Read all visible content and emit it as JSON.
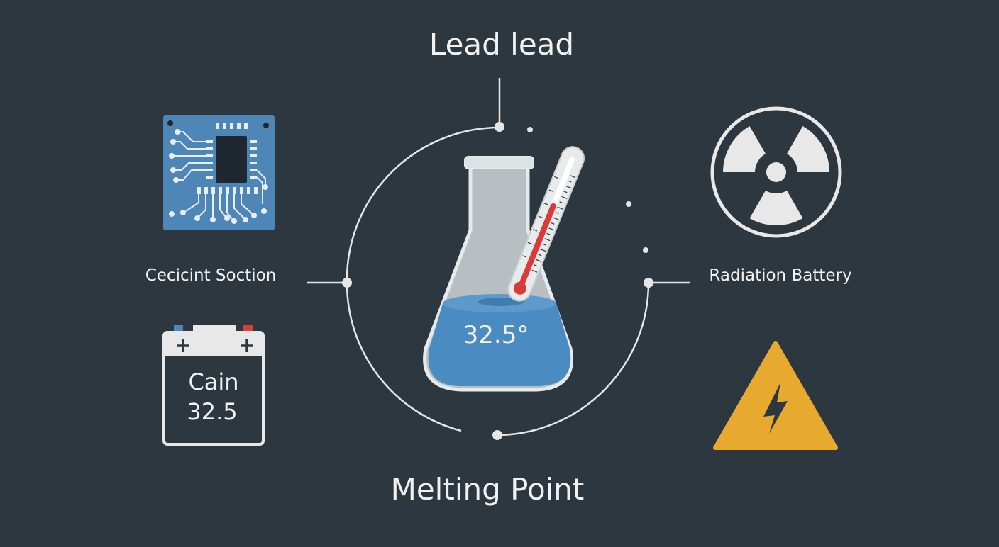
{
  "title_top": "Lead lead",
  "title_bottom": "Melting Point",
  "label_left": "Cecicint Soction",
  "label_right": "Radiation Battery",
  "flask_readout": "32.5°",
  "battery": {
    "line1": "Cain",
    "line2": "32.5"
  },
  "icons": {
    "chip": "circuit-chip-icon",
    "battery": "battery-icon",
    "radiation": "radiation-icon",
    "hazard": "high-voltage-warning-icon",
    "flask": "flask-icon",
    "thermometer": "thermometer-icon"
  },
  "colors": {
    "background": "#2d373f",
    "chip_blue": "#4f86b8",
    "liquid_blue": "#4a8bc1",
    "mercury_red": "#d93a3a",
    "warning_yellow": "#e8a92f",
    "line": "#e6e6e6"
  }
}
